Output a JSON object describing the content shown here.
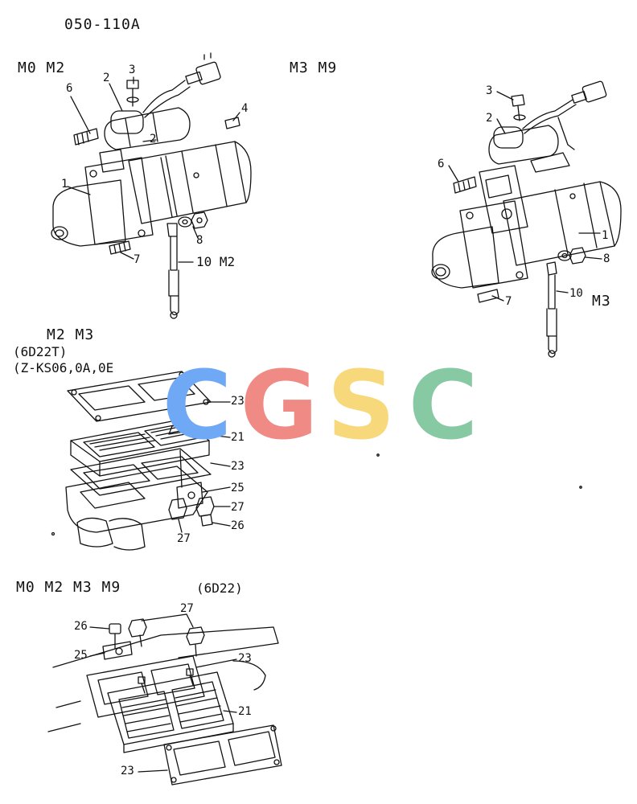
{
  "diagram": {
    "code": "050-110A",
    "sections": {
      "starter_left": {
        "heading": "M0 M2",
        "callouts": {
          "c1": "1",
          "c2a": "2",
          "c2b": "2",
          "c3": "3",
          "c4": "4",
          "c6": "6",
          "c7": "7",
          "c8": "8",
          "c10": "10 M2"
        }
      },
      "starter_right": {
        "heading": "M3 M9",
        "callouts": {
          "c1": "1",
          "c2": "2",
          "c3": "3",
          "c6": "6",
          "c7": "7",
          "c8": "8",
          "c10": "10",
          "m3": "M3"
        }
      },
      "heater_top": {
        "heading": "M2 M3",
        "subheading_1": "(6D22T)",
        "subheading_2": "(Z-KS06,0A,0E",
        "callouts": {
          "c23a": "23",
          "c21": "21",
          "c23b": "23",
          "c25": "25",
          "c27a": "27",
          "c26": "26",
          "c27b": "27"
        }
      },
      "heater_bottom": {
        "heading": "M0 M2 M3  M9",
        "note": "(6D22)",
        "callouts": {
          "c27": "27",
          "c26": "26",
          "c25": "25",
          "c23a": "23",
          "c21": "21",
          "c23b": "23"
        }
      }
    },
    "watermark": {
      "letters": [
        "C",
        "G",
        "S",
        "C"
      ],
      "colors": [
        "#6fa8f5",
        "#f08a84",
        "#f7d87a",
        "#86c9a3"
      ]
    },
    "line_color": "#111111"
  }
}
